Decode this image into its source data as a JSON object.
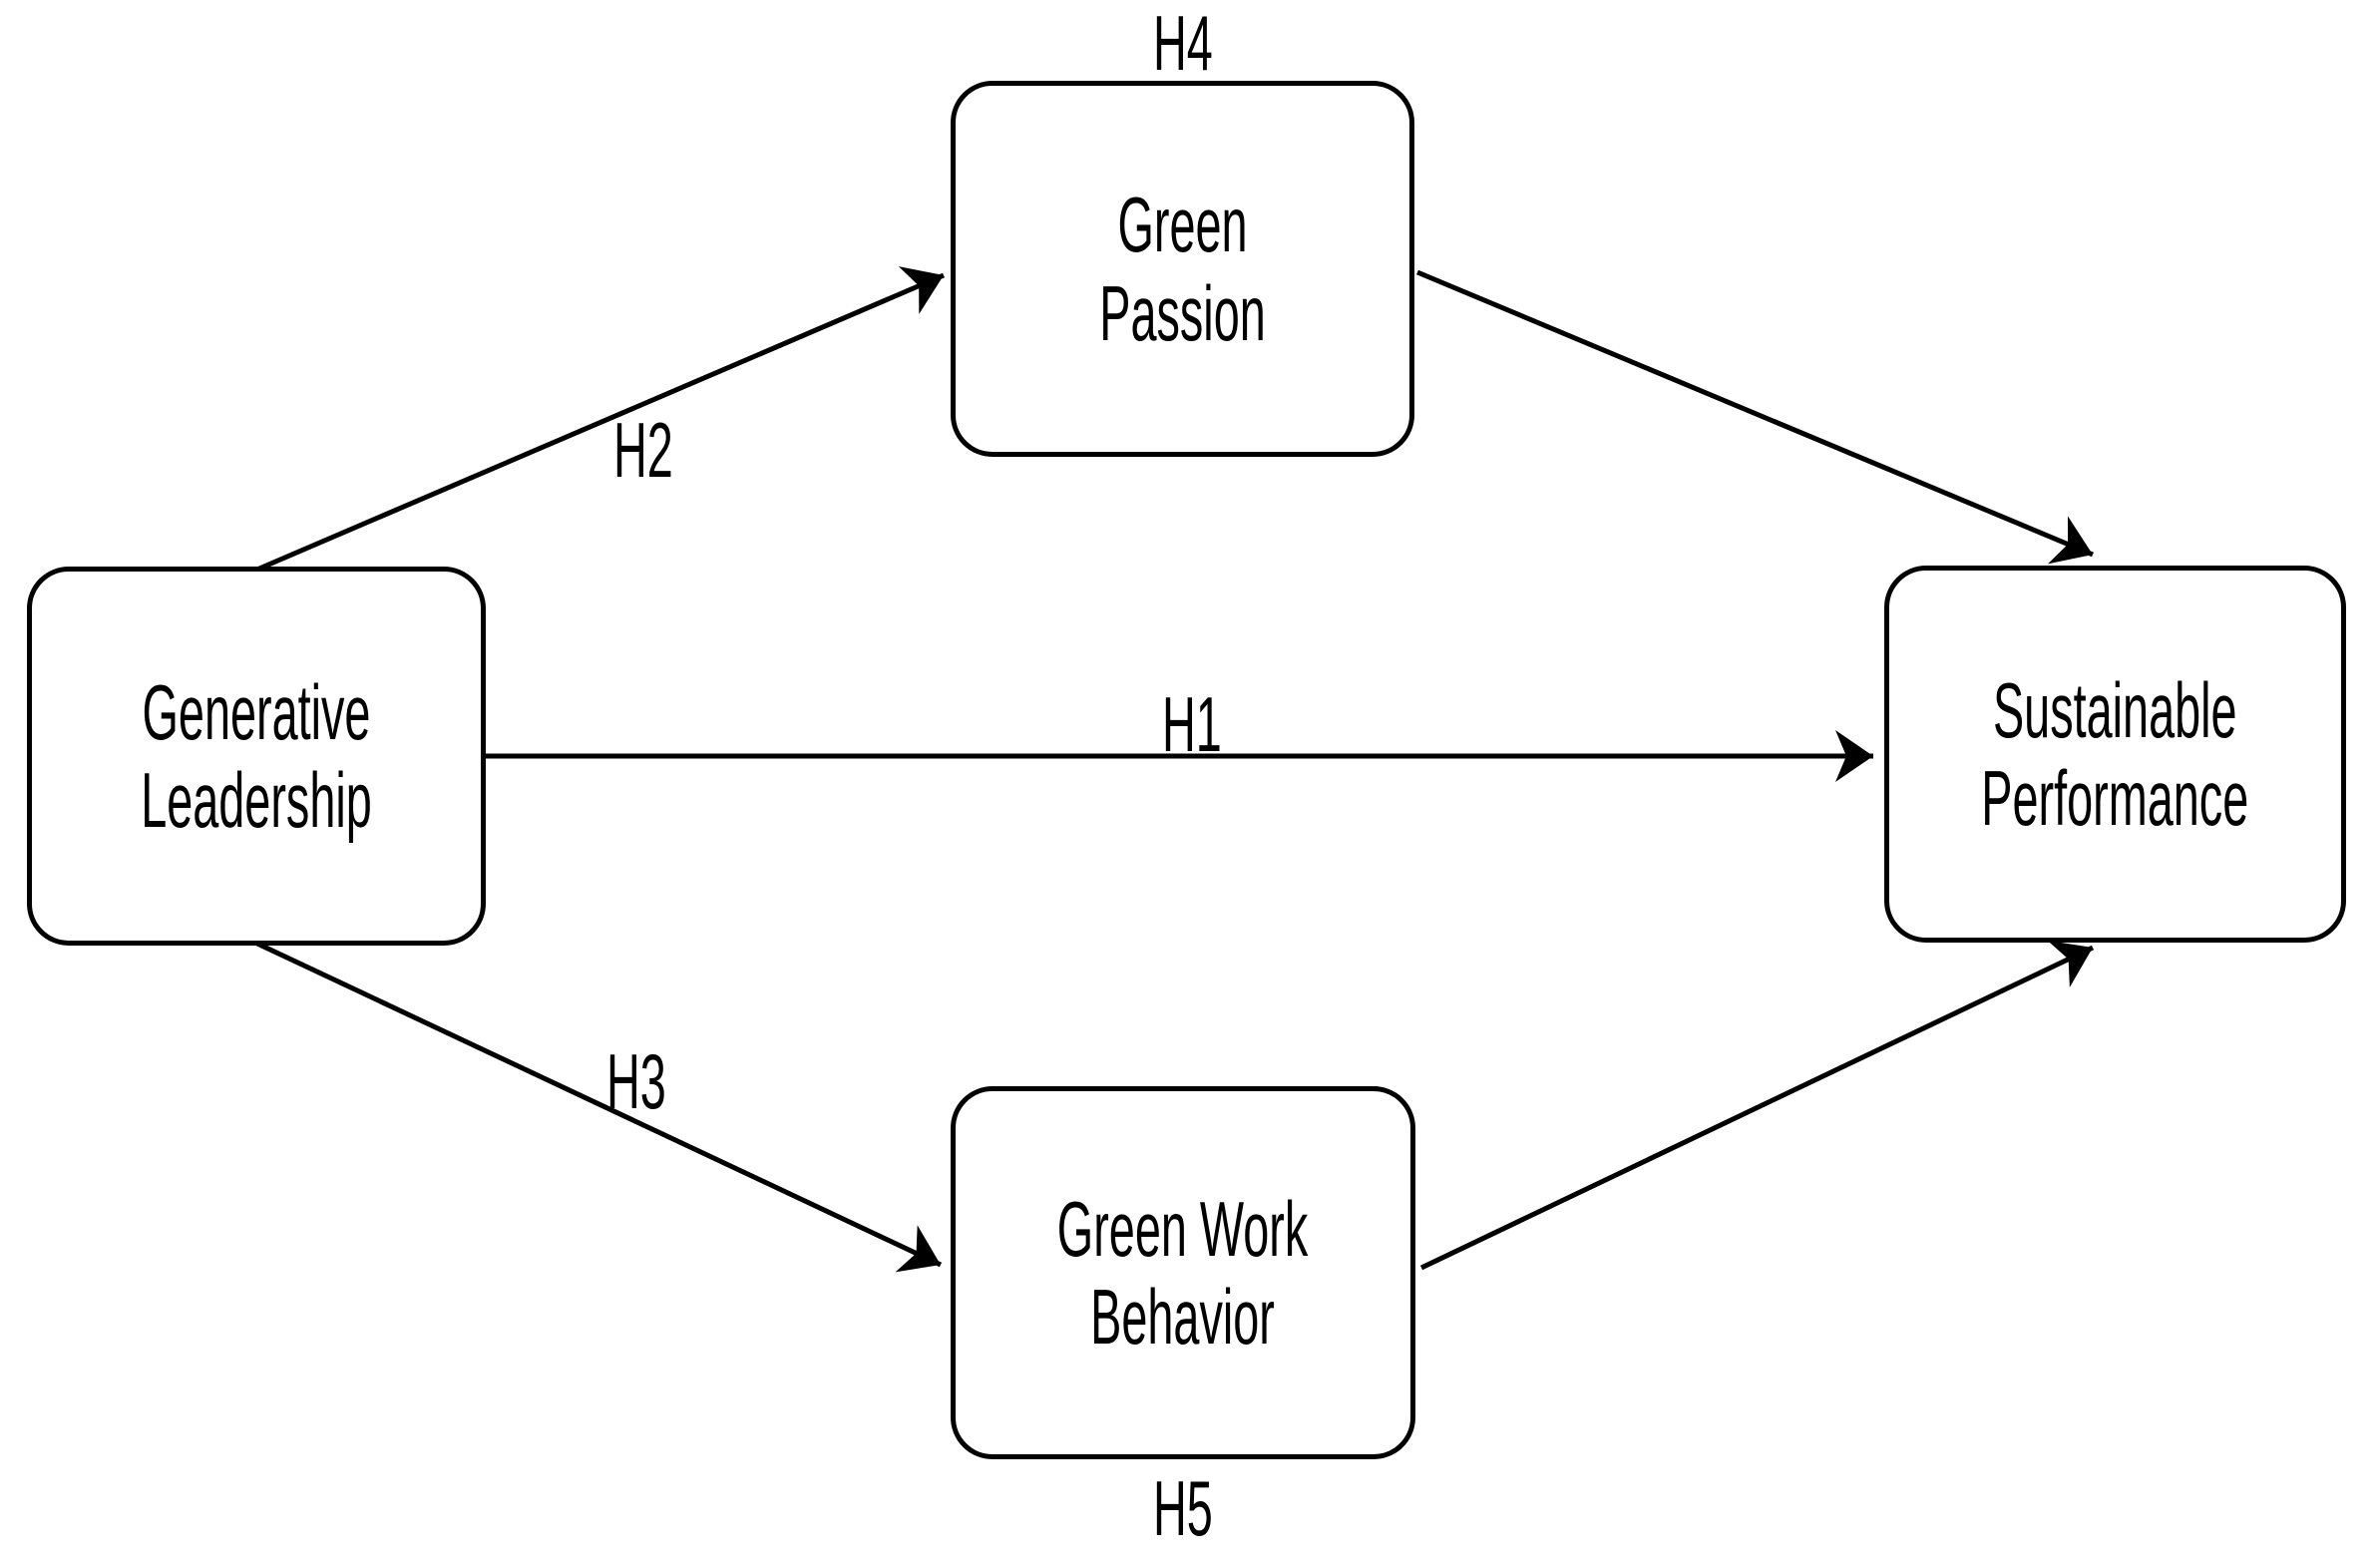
{
  "figure": {
    "type": "hypothesis-path-model",
    "background_color": "#ffffff",
    "line_color": "#000000",
    "nodes": [
      {
        "id": "generative-leadership",
        "label": "Generative Leadership",
        "lines": [
          "Generative",
          "Leadership"
        ]
      },
      {
        "id": "green-passion",
        "label": "Green Passion",
        "lines": [
          "Green Passion"
        ]
      },
      {
        "id": "green-work-behavior",
        "label": "Green Work Behavior",
        "lines": [
          "Green Work",
          "Behavior"
        ]
      },
      {
        "id": "sustainable-performance",
        "label": "Sustainable Performance",
        "lines": [
          "Sustainable",
          "Performance"
        ]
      }
    ],
    "hypotheses": [
      {
        "id": "h1",
        "text": "H1",
        "placement": "above the middle of the direct arrow"
      },
      {
        "id": "h2",
        "text": "H2",
        "placement": "below the upward diagonal arrow"
      },
      {
        "id": "h3",
        "text": "H3",
        "placement": "above the downward diagonal arrow"
      },
      {
        "id": "h4",
        "text": "H4",
        "placement": "above the Green Passion box"
      },
      {
        "id": "h5",
        "text": "H5",
        "placement": "below the Green Work Behavior box"
      }
    ],
    "arrows": [
      {
        "from": "generative-leadership",
        "to": "green-passion"
      },
      {
        "from": "generative-leadership",
        "to": "sustainable-performance"
      },
      {
        "from": "generative-leadership",
        "to": "green-work-behavior"
      },
      {
        "from": "green-passion",
        "to": "sustainable-performance"
      },
      {
        "from": "green-work-behavior",
        "to": "sustainable-performance"
      }
    ]
  }
}
